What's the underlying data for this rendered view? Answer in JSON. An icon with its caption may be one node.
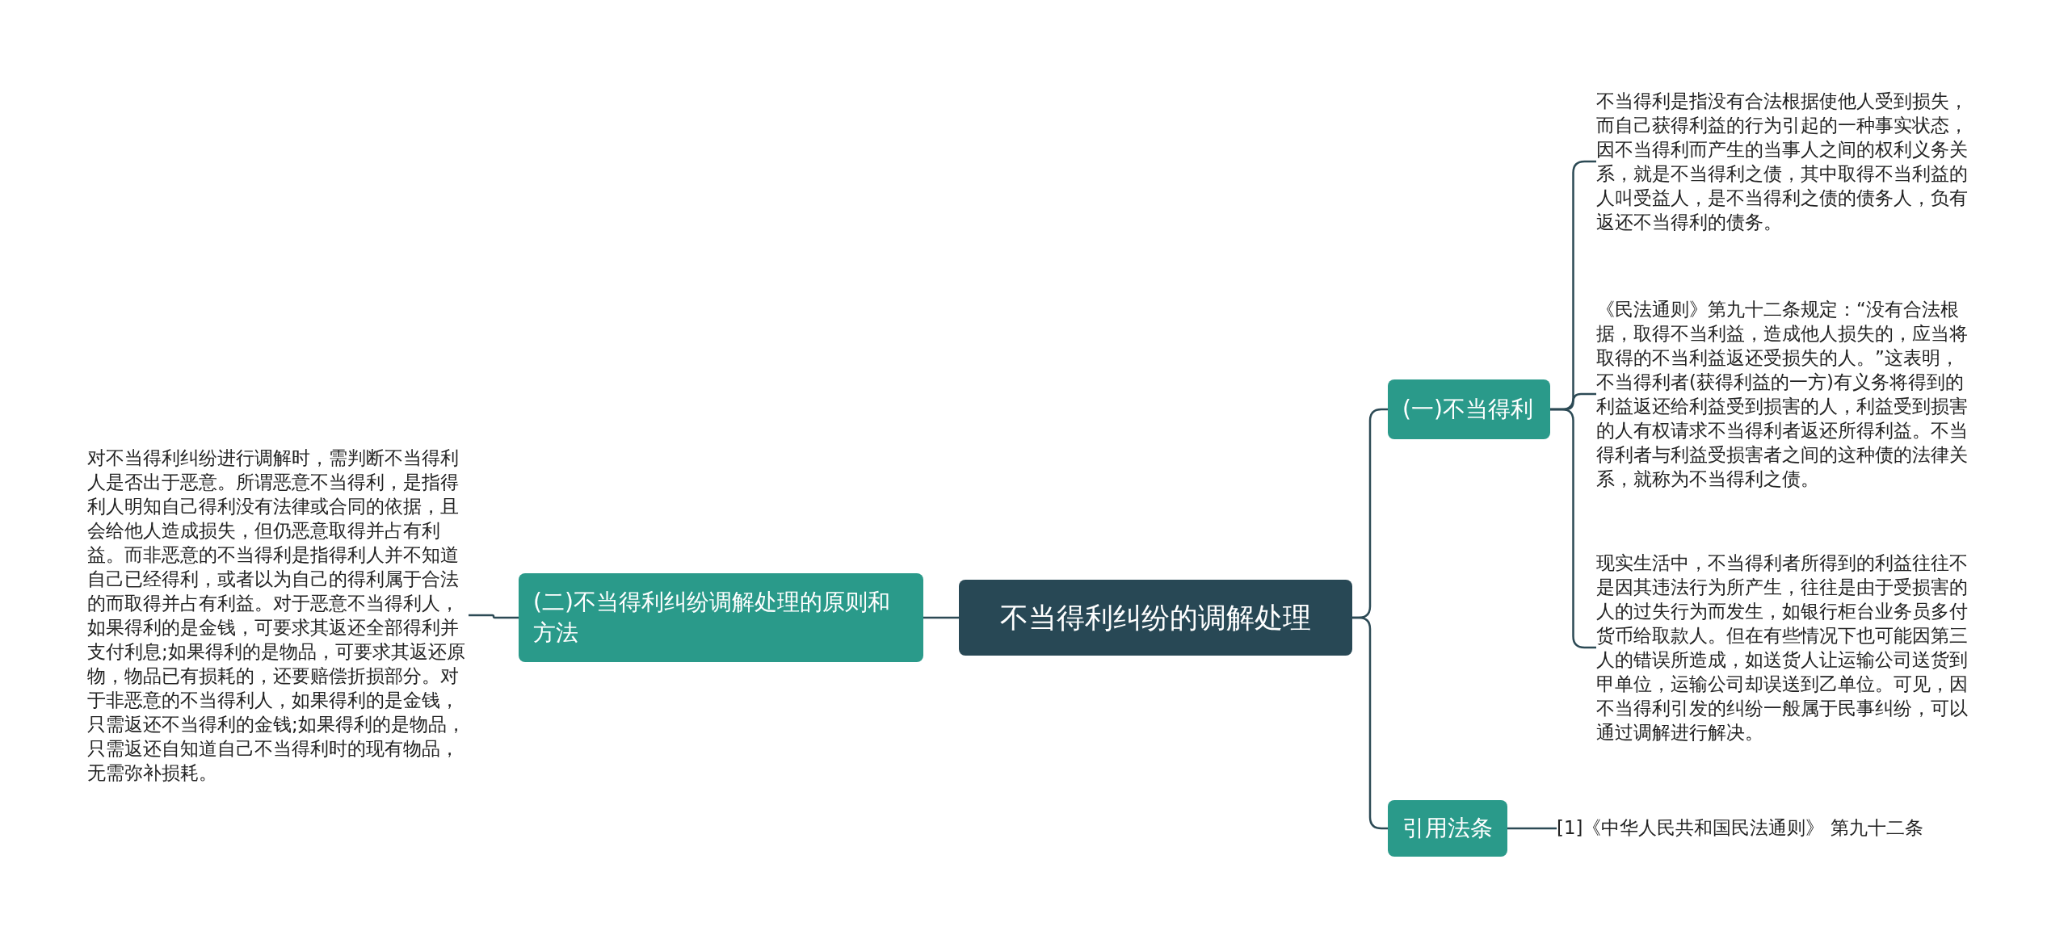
{
  "diagram": {
    "nodes": [
      {
        "text": [
          "不当得利纠纷的调解处理"
        ]
      },
      {
        "text": [
          "(二)不当得利纠纷调解处理的原则和方法"
        ]
      },
      {
        "text": [
          "对不当得利纠纷进行调解时，需判断不当得利人是否出于恶意。所谓恶意不当得利，是指得利人明知自己得利没有法律或合同的依据，且会给他人造成损失，但仍恶意取得并占有利益。而非恶意的不当得利是指得利人并不知道自己已经得利，或者以为自己的得利属于合法的而取得并占有利益。对于恶意不当得利人，如果得利的是金钱，可要求其返还全部得利并支付利息;如果得利的是物品，可要求其返还原物，物品已有损耗的，还要赔偿折损部分。对于非恶意的不当得利人，如果得利的是金钱，只需返还不当得利的金钱;如果得利的是物品，只需返还自知道自己不当得利时的现有物品，无需弥补损耗。"
        ]
      },
      {
        "text": [
          "(一)不当得利"
        ]
      },
      {
        "text": [
          "不当得利是指没有合法根据使他人受到损失，而自己获得利益的行为引起的一种事实状态，因不当得利而产生的当事人之间的权利义务关系，就是不当得利之债，其中取得不当利益的人叫受益人，是不当得利之债的债务人，负有返还不当得利的债务。"
        ]
      },
      {
        "text": [
          "《民法通则》第九十二条规定：“没有合法根据，取得不当利益，造成他人损失的，应当将取得的不当利益返还受损失的人。”这表明，不当得利者(获得利益的一方)有义务将得到的利益返还给利益受到损害的人，利益受到损害的人有权请求不当得利者返还所得利益。不当得利者与利益受损害者之间的这种债的法律关系，就称为不当得利之债。"
        ]
      },
      {
        "text": [
          "现实生活中，不当得利者所得到的利益往往不是因其违法行为所产生，往往是由于受损害的人的过失行为而发生，如银行柜台业务员多付货币给取款人。但在有些情况下也可能因第三人的错误所造成，如送货人让运输公司送货到甲单位，运输公司却误送到乙单位。可见，因不当得利引发的纠纷一般属于民事纠纷，可以通过调解进行解决。"
        ]
      },
      {
        "text": [
          "引用法条"
        ]
      },
      {
        "text": [
          "[1]《中华人民共和国民法通则》 第九十二条"
        ]
      }
    ],
    "edges": [
      {
        "from": 0,
        "to": 1,
        "arrow": "none"
      },
      {
        "from": 1,
        "to": 2,
        "arrow": "none"
      },
      {
        "from": 0,
        "to": 3,
        "arrow": "none"
      },
      {
        "from": 3,
        "to": 4,
        "arrow": "none"
      },
      {
        "from": 3,
        "to": 5,
        "arrow": "none"
      },
      {
        "from": 3,
        "to": 6,
        "arrow": "none"
      },
      {
        "from": 0,
        "to": 7,
        "arrow": "none"
      },
      {
        "from": 7,
        "to": 8,
        "arrow": "none"
      }
    ]
  }
}
